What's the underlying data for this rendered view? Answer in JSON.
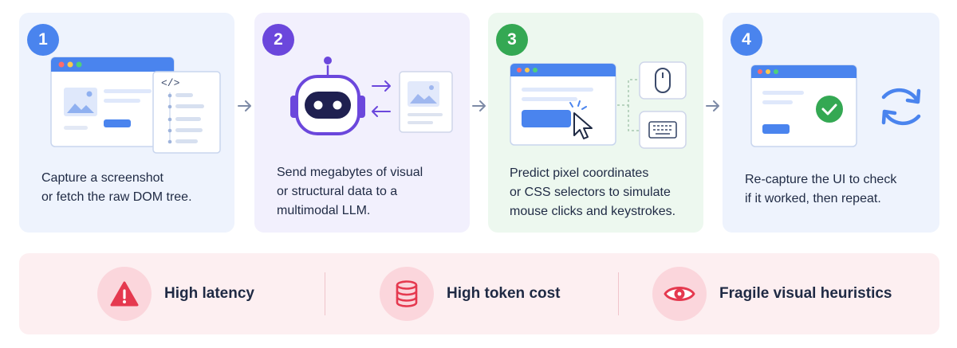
{
  "steps": [
    {
      "number": "1",
      "lines": [
        "Capture a screenshot",
        "or fetch the raw DOM tree."
      ],
      "icons": [
        "browser-window-icon",
        "code-tree-icon"
      ]
    },
    {
      "number": "2",
      "lines": [
        "Send megabytes of visual",
        "or structural data to a",
        "multimodal LLM."
      ],
      "icons": [
        "robot-icon",
        "exchange-arrows-icon",
        "image-document-icon"
      ]
    },
    {
      "number": "3",
      "lines": [
        "Predict pixel coordinates",
        "or CSS selectors to simulate",
        "mouse clicks and keystrokes."
      ],
      "icons": [
        "browser-window-icon",
        "cursor-click-icon",
        "mouse-icon",
        "keyboard-icon"
      ]
    },
    {
      "number": "4",
      "lines": [
        "Re-capture the UI to check",
        "if it worked, then repeat."
      ],
      "icons": [
        "browser-window-icon",
        "check-icon",
        "refresh-cycle-icon"
      ]
    }
  ],
  "drawbacks": [
    {
      "label": "High latency",
      "icon": "warning-icon"
    },
    {
      "label": "High token cost",
      "icon": "database-icon"
    },
    {
      "label": "Fragile visual heuristics",
      "icon": "eye-icon"
    }
  ],
  "code_glyph": "</>",
  "colors": {
    "blue": "#4a84ee",
    "purple": "#6b47dc",
    "green": "#34a853",
    "red": "#e5394f",
    "text": "#1f2a44"
  }
}
